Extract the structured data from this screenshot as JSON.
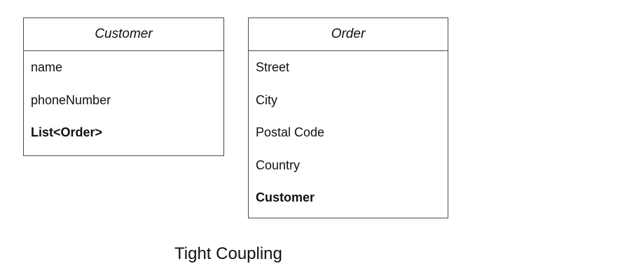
{
  "customer_class": {
    "name": "Customer",
    "attributes": [
      {
        "text": "name",
        "bold": false
      },
      {
        "text": "phoneNumber",
        "bold": false
      },
      {
        "text": "List<Order>",
        "bold": true
      }
    ]
  },
  "order_class": {
    "name": "Order",
    "attributes": [
      {
        "text": "Street",
        "bold": false
      },
      {
        "text": "City",
        "bold": false
      },
      {
        "text": "Postal Code",
        "bold": false
      },
      {
        "text": "Country",
        "bold": false
      },
      {
        "text": "Customer",
        "bold": true
      }
    ]
  },
  "caption": "Tight Coupling",
  "colors": {
    "border": "#4a4a4a",
    "text": "#111111",
    "background": "#ffffff"
  }
}
